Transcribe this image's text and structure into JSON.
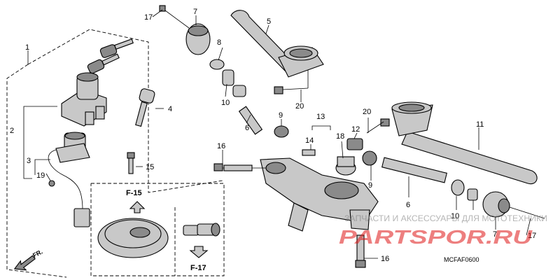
{
  "diagram": {
    "part_numbers": {
      "p1": "1",
      "p2": "2",
      "p3": "3",
      "p4": "4",
      "p5": "5",
      "p6a": "6",
      "p6b": "6",
      "p7a": "7",
      "p7b": "7",
      "p8": "8",
      "p9a": "9",
      "p9b": "9",
      "p10a": "10",
      "p10b": "10",
      "p11": "11",
      "p12": "12",
      "p13": "13",
      "p14": "14",
      "p15": "15",
      "p16a": "16",
      "p16b": "16",
      "p17a": "17",
      "p17b": "17",
      "p18": "18",
      "p19": "19",
      "p20a": "20",
      "p20b": "20"
    },
    "callouts": {
      "f15": "F-15",
      "f17": "F-17"
    },
    "direction_label": "FR.",
    "diagram_code": "MCFAF0600",
    "watermark": {
      "top_text": "ЗАПЧАСТИ И АКСЕССУАРЫ ДЛЯ МОТОТЕХНИКИ",
      "logo_text": "PARTSPOR.RU"
    },
    "colors": {
      "line": "#000000",
      "part_fill": "#c8c8c8",
      "part_dark": "#8a8a8a",
      "watermark_red": "#e01818"
    }
  }
}
